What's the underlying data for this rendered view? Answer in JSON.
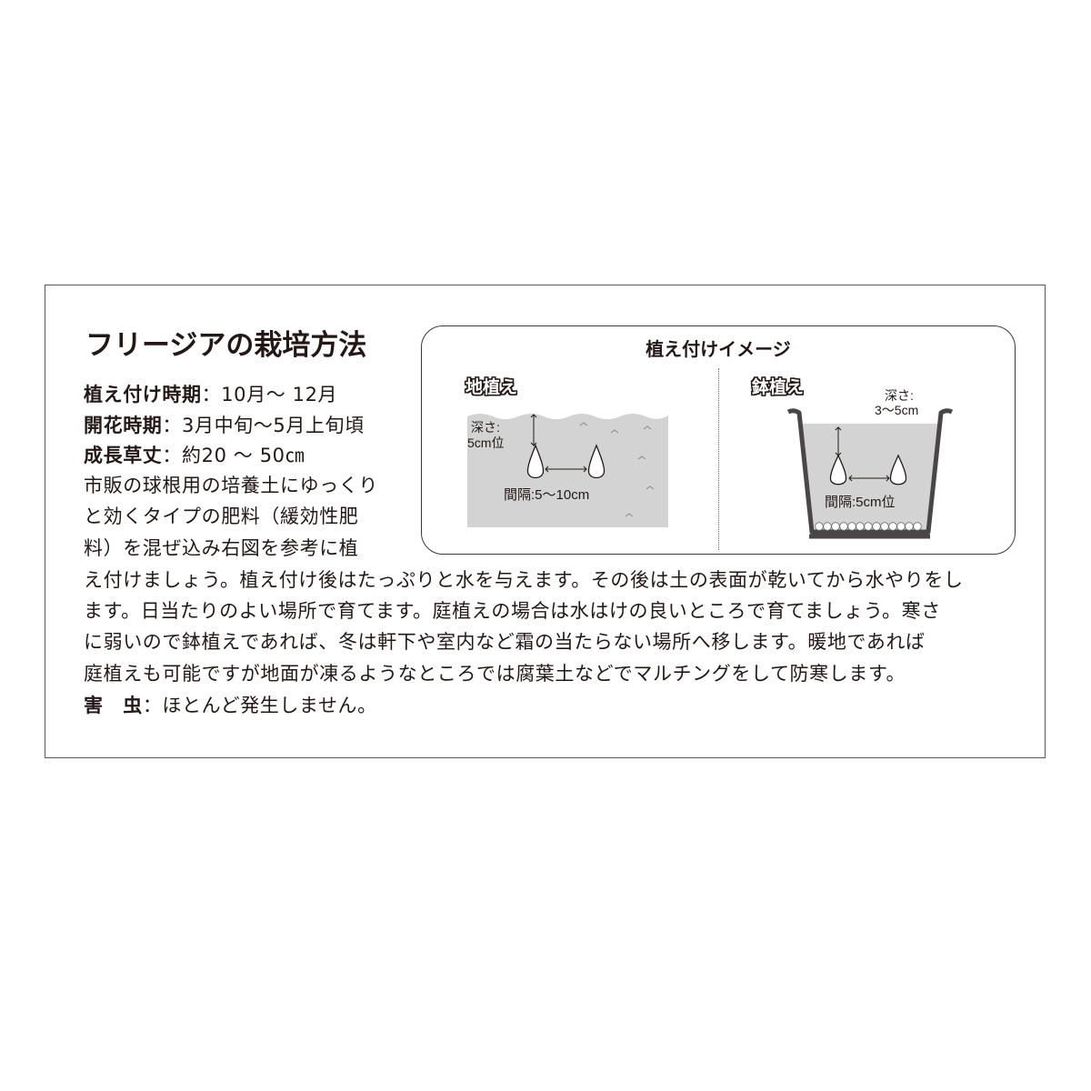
{
  "document": {
    "title": "フリージアの栽培方法",
    "specs": [
      {
        "label": "植え付け時期",
        "separator": "：",
        "value": "10月～ 12月"
      },
      {
        "label": "開花時期",
        "separator": "：",
        "value": "3月中旬～5月上旬頃"
      },
      {
        "label": "成長草丈",
        "separator": "：",
        "value": "約20 ～ 50㎝"
      }
    ],
    "body_lines": [
      "市販の球根用の培養土にゆっくり",
      "と効くタイプの肥料（緩効性肥",
      "料）を混ぜ込み右図を参考に植",
      "え付けましょう。植え付け後はたっぷりと水を与えます。その後は土の表面が乾いてから水やりをし",
      "ます。日当たりのよい場所で育てます。庭植えの場合は水はけの良いところで育てましょう。寒さ",
      "に弱いので鉢植えであれば、冬は軒下や室内など霜の当たらない場所へ移します。暖地であれば",
      "庭植えも可能ですが地面が凍るようなところでは腐葉土などでマルチングをして防寒します。"
    ],
    "pests": {
      "label": "害　虫",
      "separator": "：",
      "value": "ほとんど発生しません。"
    }
  },
  "diagram": {
    "title": "植え付けイメージ",
    "ground": {
      "label": "地植え",
      "depth_label_1": "深さ:",
      "depth_label_2": "5cm位",
      "spacing_label": "間隔:5～10cm"
    },
    "pot": {
      "label": "鉢植え",
      "depth_label_1": "深さ:",
      "depth_label_2": "3～5cm",
      "spacing_label": "間隔:5cm位"
    }
  },
  "colors": {
    "text": "#231815",
    "frame": "#595757",
    "soil": "#d3d3d3",
    "pot": "#4a4647"
  }
}
